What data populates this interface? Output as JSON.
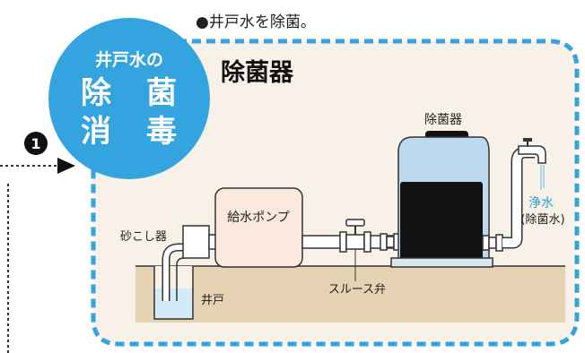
{
  "heading": "●井戸水を除菌。",
  "badge": {
    "line1": "井戸水の",
    "line2": [
      "除",
      "菌"
    ],
    "line3": [
      "消",
      "毒"
    ]
  },
  "panel_title": "除菌器",
  "step_number": "1",
  "labels": {
    "sterilizer": "除菌器",
    "pump": "給水ポンプ",
    "strainer": "砂こし器",
    "valve": "スルース弁",
    "well": "井戸",
    "clean_water": "浄水",
    "clean_water_note": "(除菌水)"
  },
  "colors": {
    "accent_blue": "#33a4e0",
    "panel_bg": "#f7f1e7",
    "ground": "#e6d3b3",
    "pump_body": "#fbe9de",
    "tank_body": "#bcd9ee",
    "water": "#d3ebf7",
    "clean_water_text": "#2a9fd8"
  }
}
